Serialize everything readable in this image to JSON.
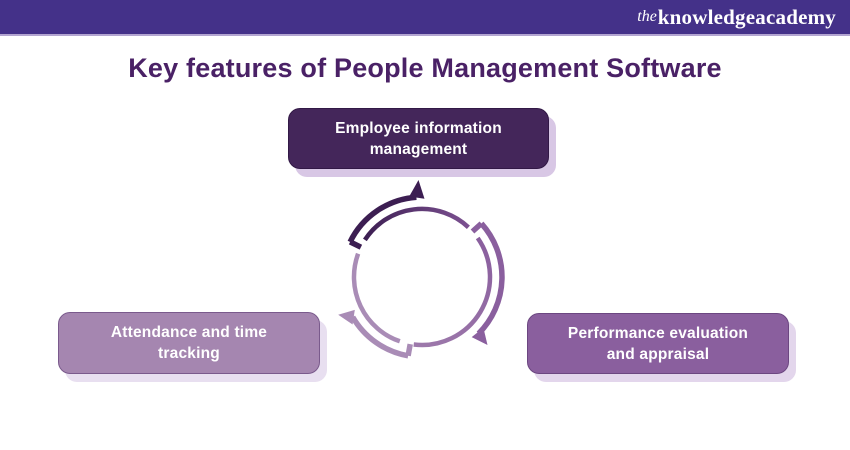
{
  "header": {
    "logo_prefix": "the",
    "logo_main": "knowledgeacademy"
  },
  "title": "Key features of People Management Software",
  "features": [
    {
      "label": "Employee information management",
      "lines": [
        "Employee information",
        "management"
      ],
      "color": "#44265A",
      "position": "top"
    },
    {
      "label": "Attendance and time tracking",
      "lines": [
        "Attendance and time",
        "tracking"
      ],
      "color": "#A586B0",
      "position": "bottom-left"
    },
    {
      "label": "Performance evaluation and appraisal",
      "lines": [
        "Performance evaluation",
        "and appraisal"
      ],
      "color": "#8A5F9E",
      "position": "bottom-right"
    }
  ],
  "diagram": {
    "type": "cycle",
    "direction": "clockwise",
    "segments": 3,
    "arrow_colors": {
      "dark": "#3C1E52",
      "medium": "#8A5F9E",
      "light": "#A98CB6"
    }
  },
  "colors": {
    "header_bar": "#443189",
    "header_underline": "#B3A5D1",
    "title": "#4A2166",
    "background": "#FFFFFF",
    "box_text": "#FFFFFF"
  }
}
